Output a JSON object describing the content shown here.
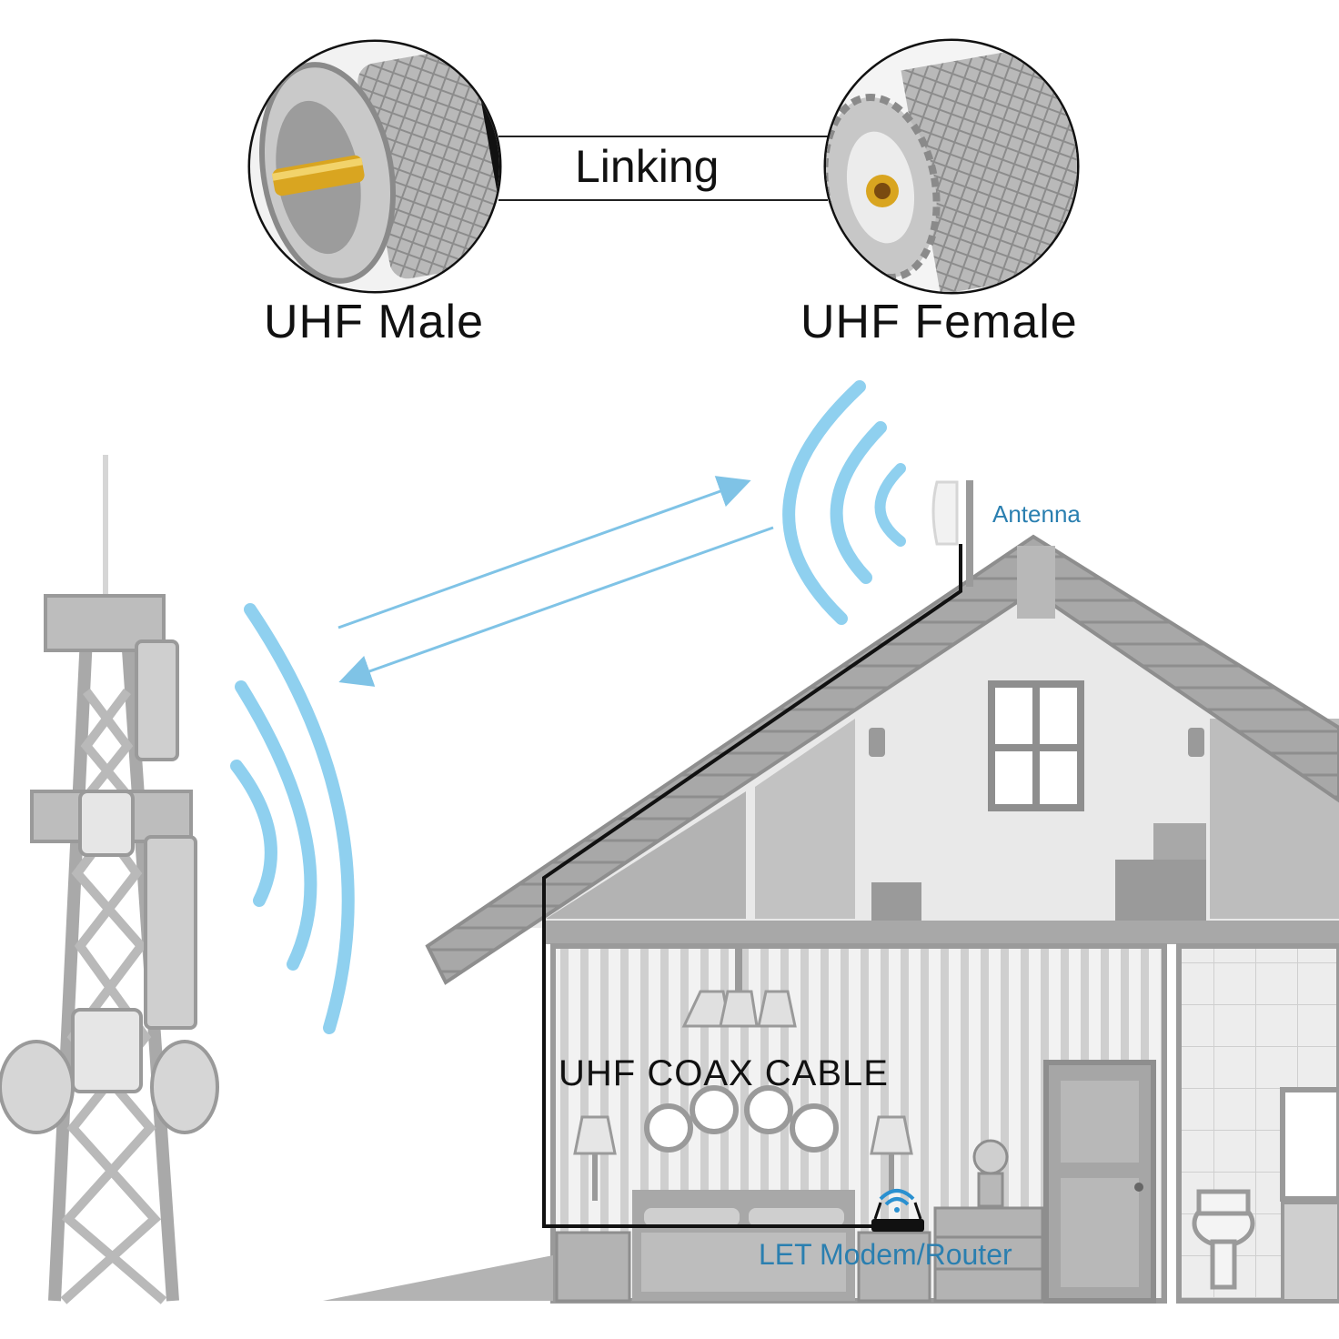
{
  "labels": {
    "male": "UHF Male",
    "female": "UHF Female",
    "linking": "Linking",
    "antenna": "Antenna",
    "cable": "UHF COAX CABLE",
    "router": "LET Modem/Router"
  },
  "colors": {
    "signal_wave": "#8fd0ef",
    "signal_arrow": "#7fc3e6",
    "accent_text": "#2a7fb0",
    "house_gray": "#a8a8a8",
    "tower_gray": "#bdbdbd",
    "connector_gold": "#d9a520",
    "connector_silver": "#c7c7c7"
  },
  "icons": {
    "male_connector": "uhf-male-connector-icon",
    "female_connector": "uhf-female-connector-icon",
    "tower": "cell-tower-icon",
    "antenna": "panel-antenna-icon",
    "router": "router-icon",
    "house": "house-icon"
  }
}
